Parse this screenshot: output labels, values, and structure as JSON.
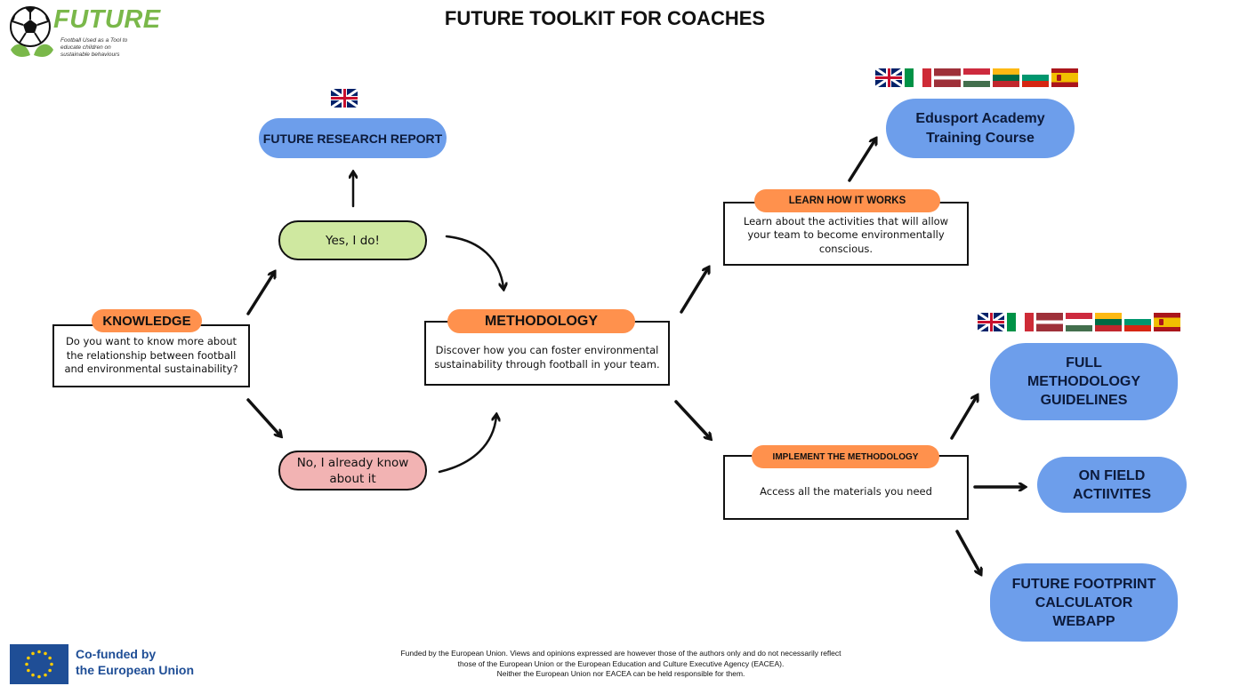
{
  "title": "FUTURE TOOLKIT FOR COACHES",
  "logo": {
    "brand": "FUTURE",
    "tagline": "Football Used as a Tool to educate children on sustainable behaviours",
    "icon": "football-leaves-logo"
  },
  "nodes": {
    "research_report": "FUTURE RESEARCH REPORT",
    "yes": "Yes, I do!",
    "no": "No, I already know about it",
    "knowledge": {
      "tag": "KNOWLEDGE",
      "text": "Do you want to know more about the relationship between football and environmental sustainability?"
    },
    "methodology": {
      "tag": "METHODOLOGY",
      "text": "Discover how you can foster environmental sustainability through football in your team."
    },
    "learn": {
      "tag": "LEARN HOW IT WORKS",
      "text": "Learn about the activities that will allow your team to become environmentally conscious."
    },
    "implement": {
      "tag": "IMPLEMENT THE METHODOLOGY",
      "text": "Access all the materials you need"
    },
    "edusport": "Edusport Academy Training Course",
    "guidelines": "FULL METHODOLOGY GUIDELINES",
    "activities": "ON FIELD ACTIIVITES",
    "calculator": "FUTURE FOOTPRINT CALCULATOR WEBAPP"
  },
  "flags": {
    "research_report": [
      "uk"
    ],
    "edusport": [
      "uk",
      "it",
      "lv",
      "hu",
      "lt",
      "bg",
      "es"
    ],
    "guidelines": [
      "uk",
      "it",
      "lv",
      "hu",
      "lt",
      "bg",
      "es"
    ]
  },
  "footer": {
    "eu_label_1": "Co-funded by",
    "eu_label_2": "the European Union",
    "disclaimer_1": "Funded by the European Union. Views and opinions expressed are however those of the authors only and do not necessarily reflect",
    "disclaimer_2": "those of the European Union or the European Education and Culture Executive Agency (EACEA).",
    "disclaimer_3": "Neither the European Union nor EACEA can be held responsible for them."
  },
  "colors": {
    "blue_box": "#6d9eeb",
    "orange_tag": "#ff914d",
    "yes_fill": "#cfe8a0",
    "no_fill": "#f2b3b3",
    "brand_green": "#7ab84a",
    "eu_blue": "#1f4e96",
    "eu_star": "#ffcc00"
  }
}
